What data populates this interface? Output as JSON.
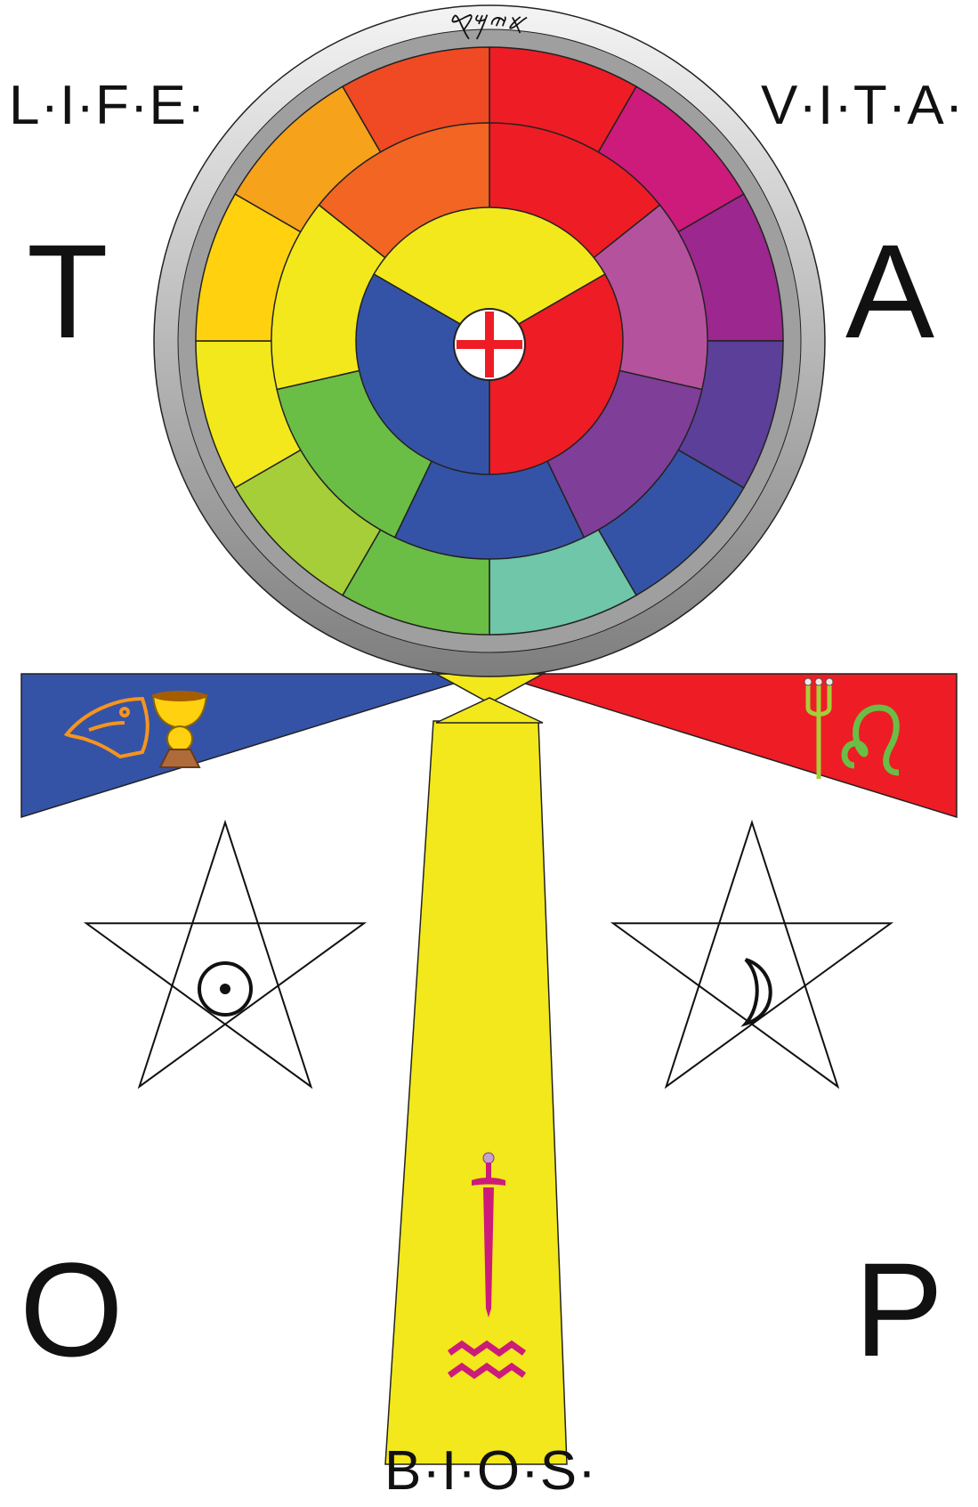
{
  "labels": {
    "life": "L·I·F·E·",
    "vita": "V·I·T·A·",
    "bios": "B·I·O·S·",
    "t": "T",
    "a": "A",
    "o": "O",
    "p": "P"
  },
  "ring_inscription": "𐤀𐤉𐤌𐤒",
  "colors": {
    "outer_ring": [
      "#ee1c25",
      "#cc1b7a",
      "#9b278f",
      "#5b3f99",
      "#3553a6",
      "#6fc6a8",
      "#6abe45",
      "#a6ce39",
      "#f2e81c",
      "#ffd10f",
      "#f7a21b",
      "#ef4a23"
    ],
    "middle_ring": [
      "#ee1c25",
      "#b5529e",
      "#7f3e98",
      "#3553a6",
      "#6abe45",
      "#f2e81c",
      "#f26522"
    ],
    "inner_ring": [
      "#f2e81c",
      "#ee1c25",
      "#3553a6"
    ],
    "arm_left": "#3553a6",
    "arm_right": "#ee1c25",
    "stem": "#f2e81c",
    "border_ring": "#a0a0a0",
    "sword": "#cc1b7a",
    "aquarius": "#cc1b7a",
    "leo": "#6abe45",
    "trident": "#a6ce39",
    "eagle": "#f7941d",
    "cup": "#ffd10f"
  },
  "icons": {
    "left_arm": [
      "eagle-head-icon",
      "cup-icon"
    ],
    "right_arm": [
      "trident-icon",
      "leo-icon"
    ],
    "stem": [
      "sword-icon",
      "aquarius-icon"
    ],
    "left_star": [
      "pentagram-icon",
      "sun-icon"
    ],
    "right_star": [
      "pentagram-icon",
      "moon-icon"
    ],
    "center": [
      "cross-icon"
    ]
  }
}
